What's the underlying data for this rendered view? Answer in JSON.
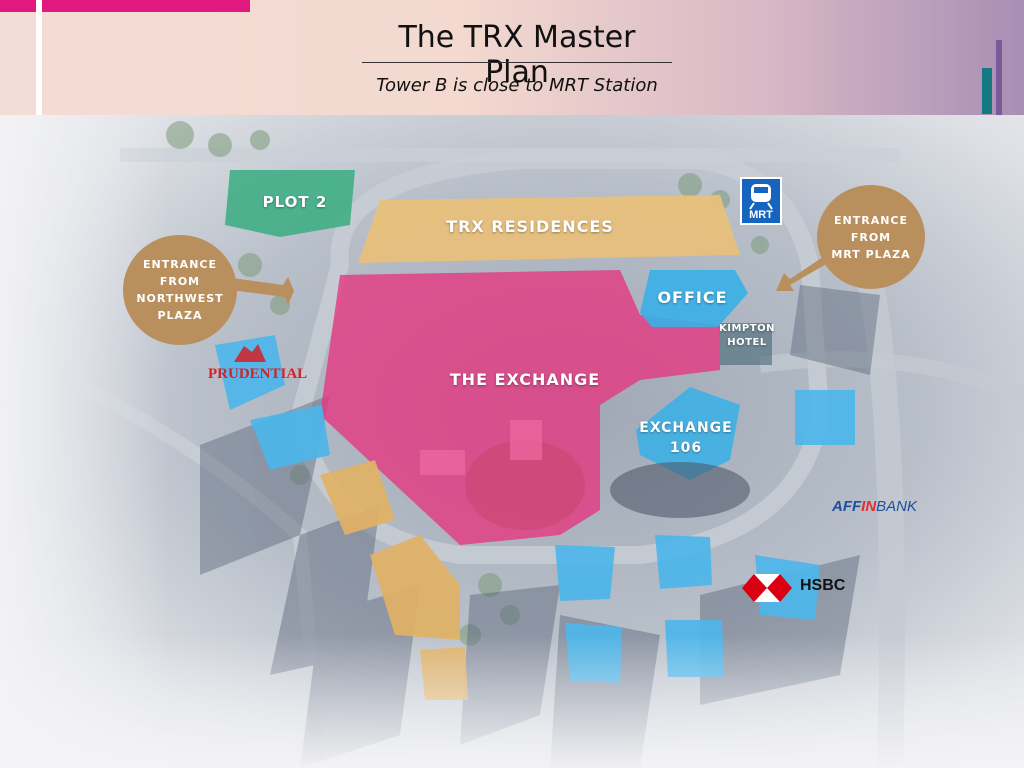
{
  "header": {
    "title": "The TRX Master Plan",
    "subtitle": "Tower B is close to MRT Station",
    "colors": {
      "accent_pink": "#e0187f",
      "accent_teal": "#127a80",
      "accent_purple": "#8e6fa5"
    }
  },
  "zones": {
    "plot2": "PLOT 2",
    "residences": "TRX RESIDENCES",
    "exchange": "THE EXCHANGE",
    "office": "OFFICE",
    "kimpton_line1": "KIMPTON",
    "kimpton_line2": "HOTEL",
    "exchange106_line1": "EXCHANGE",
    "exchange106_line2": "106"
  },
  "entrances": {
    "northwest": [
      "ENTRANCE",
      "FROM",
      "NORTHWEST",
      "PLAZA"
    ],
    "mrt": [
      "ENTRANCE",
      "FROM",
      "MRT PLAZA"
    ]
  },
  "logos": {
    "mrt": "MRT",
    "prudential": "PRUDENTIAL",
    "affin_part1": "AFF",
    "affin_part2": "IN",
    "affin_part3": "BANK",
    "hsbc": "HSBC"
  },
  "map_colors": {
    "exchange": "#e5347f",
    "residences": "#e8c07a",
    "plot2": "#3fae85",
    "office_blue": "#3bb0e6",
    "gold_towers": "#e0b265",
    "entrance_bubble": "#b98f5e"
  }
}
